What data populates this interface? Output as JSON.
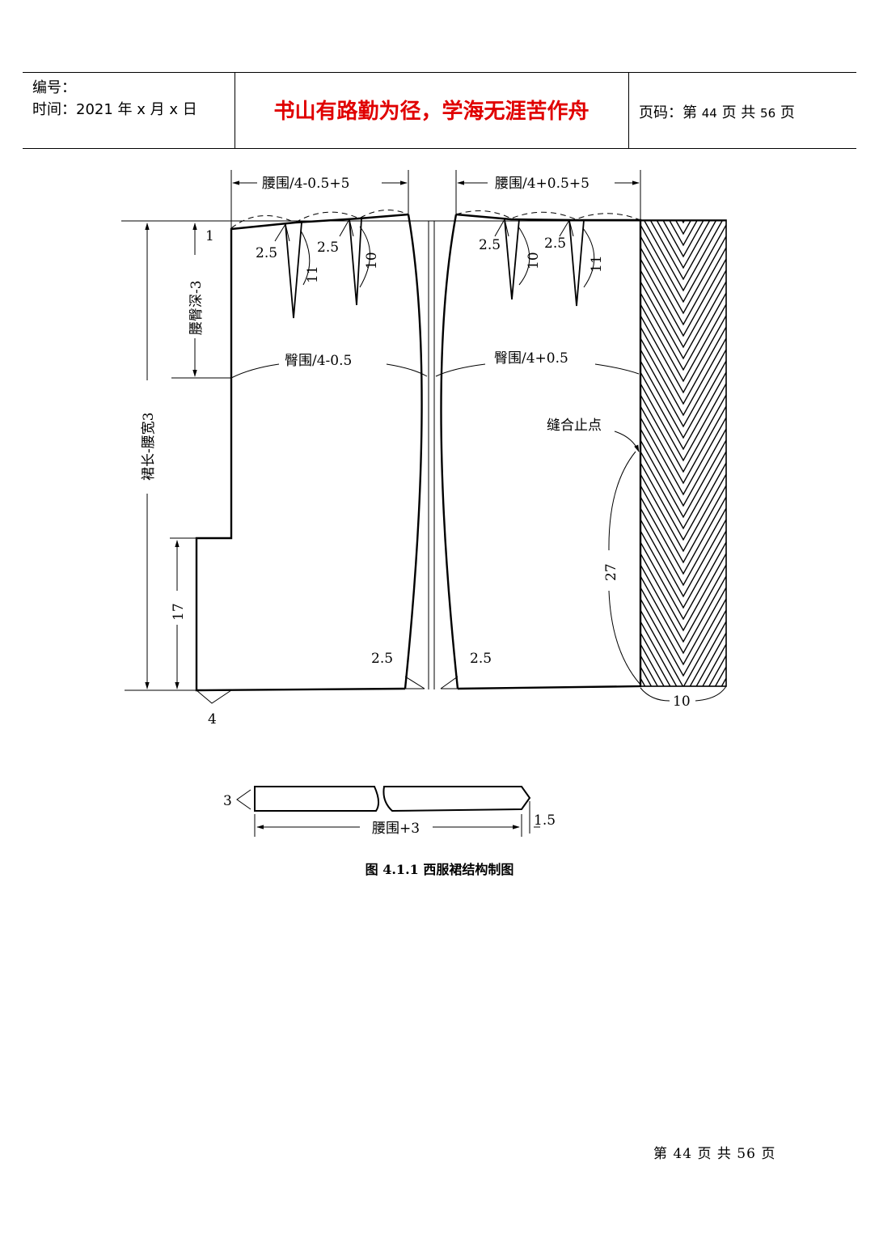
{
  "header": {
    "number_label": "编号：",
    "time_label": "时间：2021 年 x 月 x 日",
    "motto": "书山有路勤为径，学海无涯苦作舟",
    "page_prefix": "页码：第",
    "page_current": "44",
    "page_mid": "页  共",
    "page_total": "56",
    "page_suffix": "页"
  },
  "drawing": {
    "waist_back": "腰围/4-0.5+5",
    "waist_front": "腰围/4+0.5+5",
    "hip_back": "臀围/4-0.5",
    "hip_front": "臀围/4+0.5",
    "hip_depth": "腰臀深-3",
    "skirt_length": "裙长-腰宽3",
    "stop_point": "缝合止点",
    "dim_1": "1",
    "dim_2_5_a": "2.5",
    "dim_2_5_b": "2.5",
    "dim_2_5_c": "2.5",
    "dim_2_5_d": "2.5",
    "dim_11_a": "11",
    "dim_10_a": "10",
    "dim_10_b": "10",
    "dim_11_b": "11",
    "dim_17": "17",
    "dim_4": "4",
    "dim_hem_left": "2.5",
    "dim_hem_right": "2.5",
    "dim_27": "27",
    "dim_10_hem": "10",
    "band_3": "3",
    "band_1_5": "1.5",
    "band_length": "腰围+3"
  },
  "caption": "图 4.1.1  西服裙结构制图",
  "footer": {
    "prefix": "第",
    "current": "44",
    "mid": "页 共",
    "total": "56",
    "suffix": "页"
  }
}
